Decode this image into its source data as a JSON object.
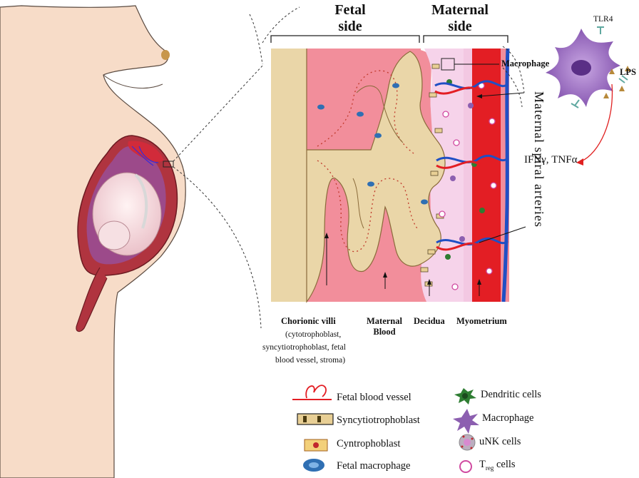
{
  "headers": {
    "fetal_side_line1": "Fetal",
    "fetal_side_line2": "side",
    "maternal_side_line1": "Maternal",
    "maternal_side_line2": "side"
  },
  "labels": {
    "macrophage": "Macrophage",
    "tlr4": "TLR4",
    "lps": "LPS",
    "cytokines": "IFNγ, TNFα",
    "spiral_arteries": "Maternal spiral arteries",
    "chorionic_villi": "Chorionic villi",
    "chorionic_villi_detail1": "(cytotrophoblast,",
    "chorionic_villi_detail2": "syncytiotrophoblast, fetal",
    "chorionic_villi_detail3": "blood vessel, stroma)",
    "maternal_blood_line1": "Maternal",
    "maternal_blood_line2": "Blood",
    "decidua": "Decidua",
    "myometrium": "Myometrium"
  },
  "legend": {
    "fetal_blood_vessel": "Fetal blood vessel",
    "syncytiotrophoblast": "Syncytiotrophoblast",
    "cyntrophoblast": "Cyntrophoblast",
    "fetal_macrophage": "Fetal macrophage",
    "dendritic_cells": "Dendritic cells",
    "macrophage": "Macrophage",
    "unk_cells": "uNK cells",
    "treg_prefix": "T",
    "treg_sub": "reg",
    "treg_suffix": " cells"
  },
  "colors": {
    "skin": "#f7dcc8",
    "uterus": "#b0343f",
    "amniotic": "#9c4a8a",
    "maternal_blood": "#f28e9b",
    "villi": "#ead6a8",
    "decidua": "#f6d3ea",
    "artery_red": "#e31e24",
    "artery_blue": "#1f4fc4",
    "macrophage_purple": "#8c5fb0",
    "dendritic_green": "#2e7d32"
  }
}
